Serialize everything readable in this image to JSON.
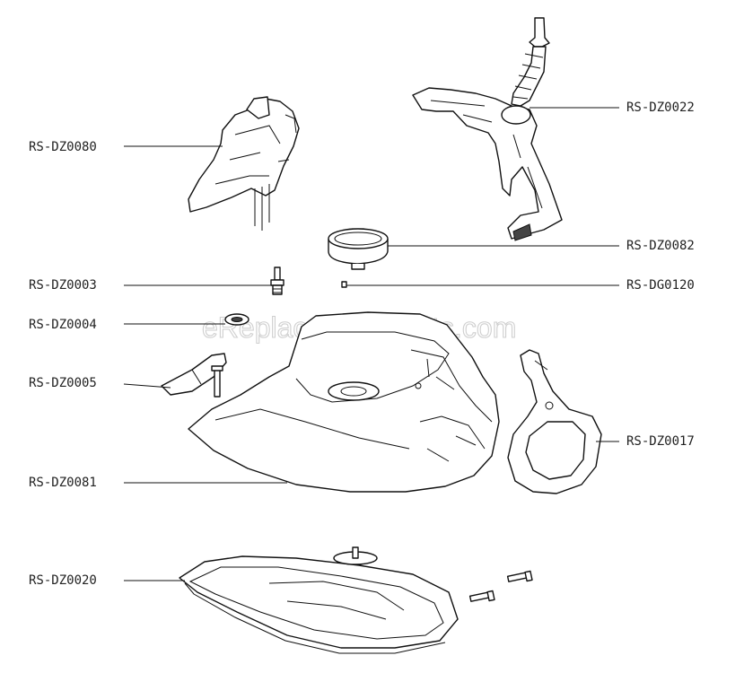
{
  "watermark": "eReplacementParts.com",
  "callouts": [
    {
      "id": "RS-DZ0080",
      "label": "RS-DZ0080"
    },
    {
      "id": "RS-DZ0022",
      "label": "RS-DZ0022"
    },
    {
      "id": "RS-DZ0082",
      "label": "RS-DZ0082"
    },
    {
      "id": "RS-DZ0003",
      "label": "RS-DZ0003"
    },
    {
      "id": "RS-DG0120",
      "label": "RS-DG0120"
    },
    {
      "id": "RS-DZ0004",
      "label": "RS-DZ0004"
    },
    {
      "id": "RS-DZ0005",
      "label": "RS-DZ0005"
    },
    {
      "id": "RS-DZ0017",
      "label": "RS-DZ0017"
    },
    {
      "id": "RS-DZ0081",
      "label": "RS-DZ0081"
    },
    {
      "id": "RS-DZ0020",
      "label": "RS-DZ0020"
    }
  ]
}
